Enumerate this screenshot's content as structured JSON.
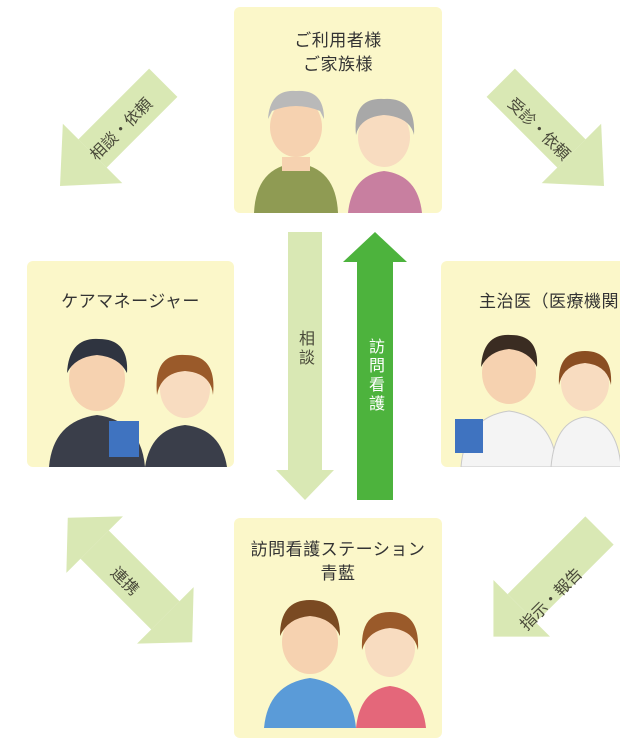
{
  "diagram": {
    "nodes": {
      "top": {
        "line1": "ご利用者様",
        "line2": "ご家族様"
      },
      "left": {
        "label": "ケアマネージャー"
      },
      "right": {
        "label": "主治医（医療機関"
      },
      "bottom": {
        "line1": "訪問看護ステーション",
        "line2": "青藍"
      }
    },
    "arrows": {
      "top_left": "相談・依頼",
      "top_right": "受診・依頼",
      "bottom_left": "連携",
      "bottom_right": "指示・報告",
      "center_down": "相談",
      "center_up": "訪問看護"
    },
    "colors": {
      "box_fill": "#fbf7c9",
      "arrow_light": "#d9e8b4",
      "arrow_dark": "#4db33d"
    }
  }
}
